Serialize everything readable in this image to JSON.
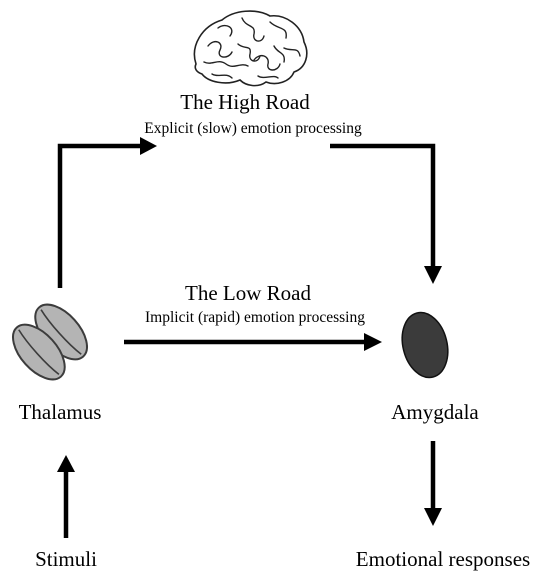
{
  "high_road": {
    "title": "The High Road",
    "subtitle": "Explicit (slow) emotion processing"
  },
  "low_road": {
    "title": "The Low Road",
    "subtitle": "Implicit (rapid) emotion processing"
  },
  "nodes": {
    "thalamus": "Thalamus",
    "amygdala": "Amygdala",
    "stimuli": "Stimuli",
    "emotional_responses": "Emotional responses"
  },
  "colors": {
    "thalamus_fill": "#b4b4b4",
    "thalamus_stroke": "#3c3c3c",
    "amygdala_fill": "#3b3b3b",
    "arrow": "#000000"
  },
  "icons": {
    "brain": "brain-icon",
    "thalamus": "thalamus-icon",
    "amygdala": "amygdala-icon"
  }
}
